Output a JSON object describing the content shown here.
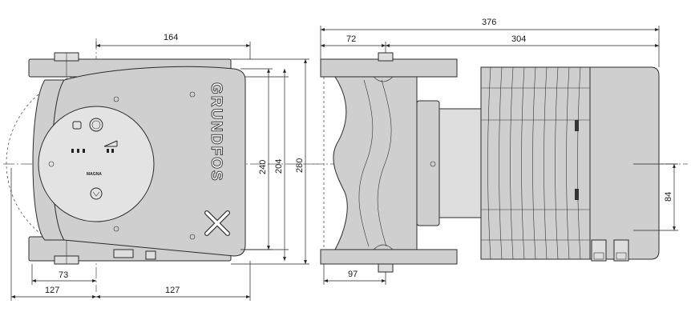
{
  "brand_text": "GRUNDFOS",
  "panel_label": "MAGNA",
  "dimensions": {
    "d164": "164",
    "d240": "240",
    "d204": "204",
    "d280": "280",
    "d73": "73",
    "d127_left": "127",
    "d127_right": "127",
    "d376": "376",
    "d72": "72",
    "d304": "304",
    "d97": "97",
    "d84": "84"
  },
  "colors": {
    "body_fill": "#cfcfcf",
    "line": "#2b2b2b"
  }
}
